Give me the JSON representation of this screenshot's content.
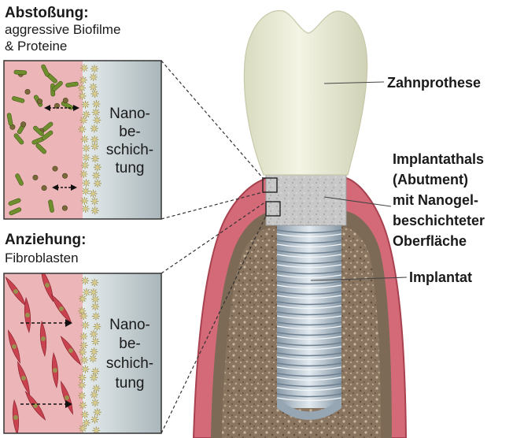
{
  "panel_top": {
    "heading": "Abstoßung:",
    "subtitle_line1": "aggressive Biofilme",
    "subtitle_line2": "& Proteine",
    "coating_label": [
      "Nano-",
      "be-",
      "schich-",
      "tung"
    ]
  },
  "panel_bottom": {
    "heading": "Anziehung:",
    "subtitle_line1": "Fibroblasten",
    "coating_label": [
      "Nano-",
      "be-",
      "schich-",
      "tung"
    ]
  },
  "labels": {
    "crown": "Zahnprothese",
    "abutment_line1": "Implantathals",
    "abutment_line2": "(Abutment)",
    "abutment_line3": "mit Nanogel-",
    "abutment_line4": "beschichteter",
    "abutment_line5": "Oberfläche",
    "implant": "Implantat"
  },
  "colors": {
    "gum": "#d46a78",
    "gum_dark": "#a8414f",
    "bone": "#8a7560",
    "crown": "#eeeed6",
    "abutment": "#c8c8c8",
    "implant": "#b8c6d2",
    "tissue": "#ecb6b8",
    "coating": "#c9d2d4",
    "bacteria": "#6f8f2e"
  }
}
